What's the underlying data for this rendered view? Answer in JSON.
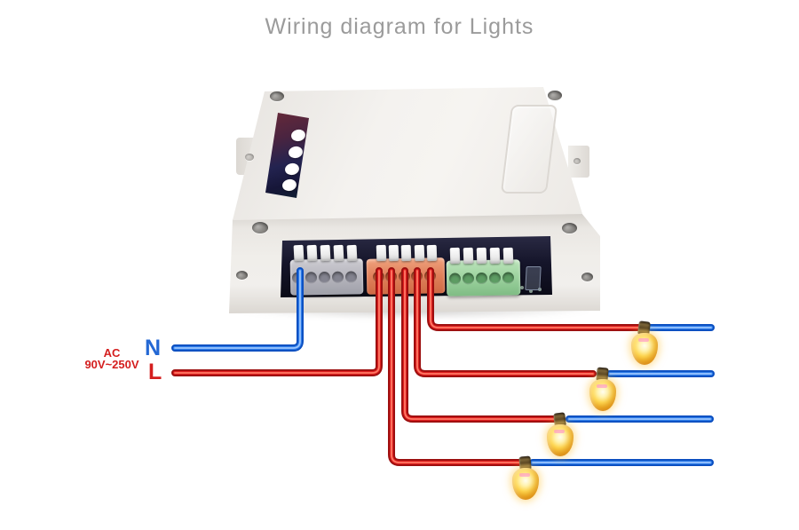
{
  "title": "Wiring diagram for Lights",
  "supply": {
    "ac_label": "AC",
    "voltage_label": "90V~250V",
    "neutral_label": "N",
    "line_label": "L"
  },
  "device": {
    "button_count": 4,
    "terminal_blocks": [
      {
        "color_name": "gray",
        "terminals": 5
      },
      {
        "color_name": "orange",
        "terminals": 5
      },
      {
        "color_name": "green",
        "terminals": 5
      }
    ]
  },
  "lights": {
    "count": 4
  },
  "colors": {
    "title": "#9b9b9b",
    "neutral_label": "#2468d4",
    "line_label": "#d41e1e",
    "neutral_wire": "#2e7ce8",
    "line_wire": "#dd1f1f",
    "terminal_gray": "#b6b5bd",
    "terminal_orange": "#e0805a",
    "terminal_green": "#9cd29e",
    "bulb_glass": "#f7c322"
  }
}
